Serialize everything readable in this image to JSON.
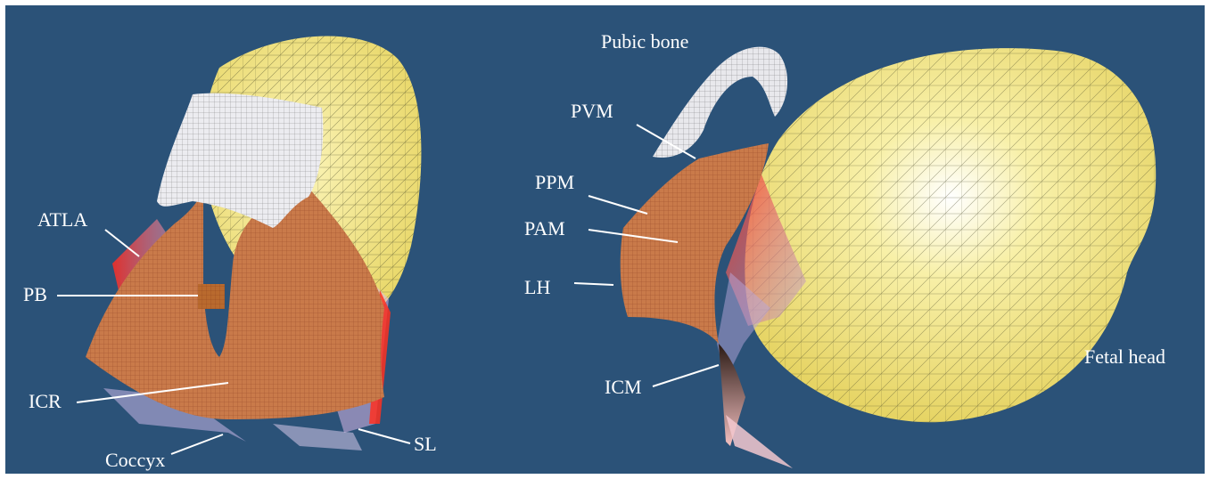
{
  "figure": {
    "background_color": "#2b5278",
    "colors": {
      "fetal_head": "#f5ea8c",
      "muscle": "#c97a4a",
      "pubic_bone": "#e8e8ec",
      "ligament_highlight": "#e8302a",
      "ligament_fibers": "#b9a3d6",
      "mesh_lines": "#2a2a2a"
    },
    "left_panel": {
      "labels": {
        "atla": "ATLA",
        "pb": "PB",
        "icr": "ICR",
        "coccyx": "Coccyx",
        "sl": "SL"
      }
    },
    "right_panel": {
      "labels": {
        "pubic_bone": "Pubic bone",
        "pvm": "PVM",
        "ppm": "PPM",
        "pam": "PAM",
        "lh": "LH",
        "icm": "ICM",
        "fetal_head": "Fetal head"
      }
    }
  }
}
